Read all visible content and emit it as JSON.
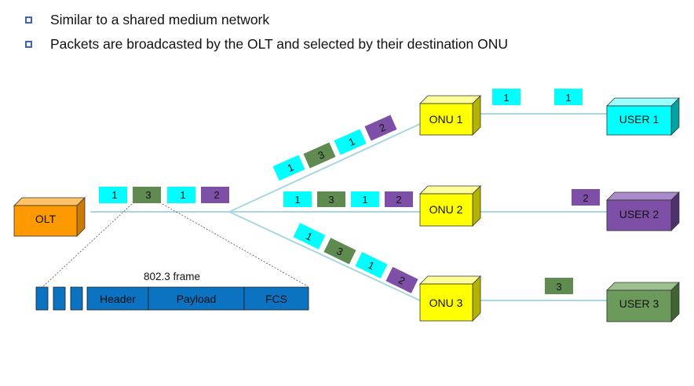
{
  "bullets": [
    {
      "text": "Similar to a shared medium network"
    },
    {
      "text": "Packets are broadcasted by the OLT and selected by their destination ONU"
    }
  ],
  "colors": {
    "p1": "#00ffff",
    "p2": "#7d4fa6",
    "p3": "#5f8a50",
    "link": "#a9d7df",
    "frame": "#0b73c2",
    "olt": "#ff9900",
    "onu": "#ffff00",
    "user1": "#00ffff",
    "user2": "#7d4fa6",
    "user3": "#6b9a5a",
    "bullet": "#3b63b8"
  },
  "diagram": {
    "olt_label": "OLT",
    "onu1_label": "ONU 1",
    "onu2_label": "ONU 2",
    "onu3_label": "ONU 3",
    "user1_label": "USER 1",
    "user2_label": "USER  2",
    "user3_label": "USER 3",
    "frame_title": "802.3 frame",
    "frame_fields": {
      "header": "Header",
      "payload": "Payload",
      "fcs": "FCS"
    },
    "olt_packets": [
      "1",
      "3",
      "1",
      "2"
    ],
    "onu1_packets": [
      "1",
      "3",
      "1",
      "2"
    ],
    "onu2_packets": [
      "1",
      "3",
      "1",
      "2"
    ],
    "onu3_packets": [
      "1",
      "3",
      "1",
      "2"
    ],
    "user1_packets": [
      "1",
      "1"
    ],
    "user2_packets": [
      "2"
    ],
    "user3_packets": [
      "3"
    ]
  }
}
